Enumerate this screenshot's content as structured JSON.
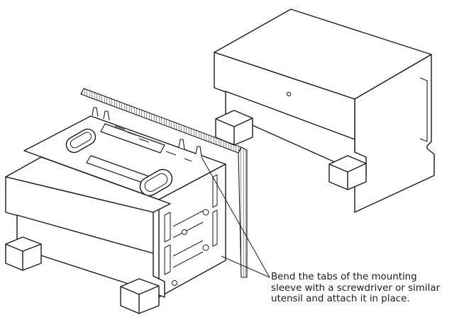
{
  "caption": {
    "lines": [
      "Bend the tabs of the mounting",
      "sleeve with a screwdriver or similar",
      "utensil and attach it in place."
    ]
  },
  "colors": {
    "line": "#1a1a1a",
    "fill": "#ffffff"
  }
}
